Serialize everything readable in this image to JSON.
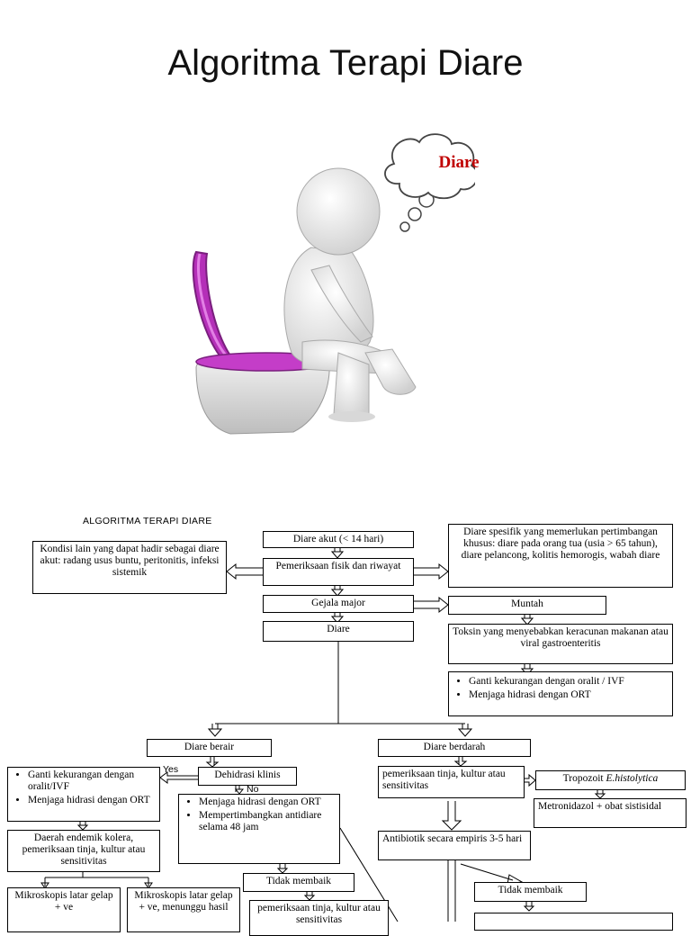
{
  "slide": {
    "title": "Algoritma Terapi Diare"
  },
  "illustration": {
    "thought_text": "Diare"
  },
  "flowchart": {
    "title": "ALGORITMA TERAPI DIARE",
    "nodes": {
      "acute": "Diare akut (< 14 hari)",
      "other_conditions": "Kondisi lain yang dapat hadir sebagai diare akut: radang usus buntu, peritonitis, infeksi sistemik",
      "specific": "Diare spesifik yang memerlukan pertimbangan khusus: diare pada orang tua (usia > 65 tahun), diare pelancong, kolitis hemorogis, wabah diare",
      "exam": "Pemeriksaan fisik dan riwayat",
      "major": "Gejala major",
      "vomit": "Muntah",
      "diare": "Diare",
      "toxin": "Toksin yang menyebabkan keracunan makanan atau viral gastroenteritis",
      "replace": [
        "Ganti kekurangan dengan oralit / IVF",
        "Menjaga hidrasi dengan ORT"
      ],
      "watery": "Diare berair",
      "bloody": "Diare berdarah",
      "left_bullets": [
        "Ganti kekurangan dengan oralit/IVF",
        "Menjaga hidrasi dengan ORT"
      ],
      "dehydration": "Dehidrasi klinis",
      "stool_exam": "pemeriksaan tinja, kultur atau sensitivitas",
      "trophozoite": "Tropozoit",
      "trophozoite_species": "E.histolytica",
      "middle_bullets": [
        "Menjaga hidrasi dengan ORT",
        "Mempertimbangkan antidiare selama 48 jam"
      ],
      "metronidazole": "Metronidazol + obat sistisidal",
      "cholera": "Daerah endemik kolera, pemeriksaan tinja, kultur atau sensitivitas",
      "antibiotic": "Antibiotik secara empiris 3-5 hari",
      "not_improved_mid": "Tidak membaik",
      "not_improved_right": "Tidak membaik",
      "micro_left": "Mikroskopis latar gelap + ve",
      "micro_right": "Mikroskopis latar gelap + ve, menunggu hasil",
      "stool_exam_2": "pemeriksaan tinja, kultur atau sensitivitas"
    },
    "labels": {
      "yes": "Yes",
      "no": "No"
    }
  }
}
